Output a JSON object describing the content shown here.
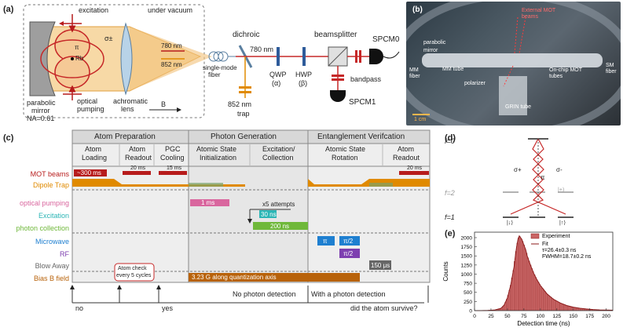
{
  "panel_a": {
    "letter": "(a)",
    "excitation": "excitation",
    "under_vacuum": "under vacuum",
    "sigma": "σ±",
    "pi": "π",
    "rb": "Rb",
    "nm780": "780 nm",
    "nm852": "852 nm",
    "optical": "optical",
    "pumping": "pumping",
    "parabolic": "parabolic",
    "mirror": "mirror",
    "na": "NA=0.61",
    "achromatic": "achromatic",
    "lens": "lens",
    "b": "B",
    "single_mode_fiber": "single-mode",
    "fiber": "fiber",
    "dichroic": "dichroic",
    "nm780b": "780 nm",
    "nm852b": "852 nm",
    "trap": "trap",
    "qwp": "QWP",
    "alpha": "(α)",
    "hwp": "HWP",
    "beta": "(β)",
    "beamsplitter": "beamsplitter",
    "spcm0": "SPCM0",
    "bandpass": "bandpass",
    "spcm1": "SPCM1"
  },
  "panel_b": {
    "letter": "(b)",
    "parabolic_mirror": "parabolic mirror",
    "external_mot": "External MOT beams",
    "mm_tube": "MM tube",
    "mm_fiber": "MM fiber",
    "polarizer": "polarizer",
    "on_chip": "On-chip MOT tubes",
    "grin": "GRIN tube",
    "sm_fiber": "SM fiber",
    "scale": "1 cm"
  },
  "panel_c": {
    "letter": "(c)",
    "phases": [
      "Atom Preparation",
      "Photon Generation",
      "Entanglement Verifcation"
    ],
    "steps": [
      [
        "Atom",
        "Loading"
      ],
      [
        "Atom",
        "Readout"
      ],
      [
        "PGC",
        "Cooling"
      ],
      [
        "Atomic State",
        "Initialization"
      ],
      [
        "Excitation/",
        "Collection"
      ],
      [
        "Atomic State",
        "Rotation"
      ],
      [
        "Atom",
        "Readout"
      ]
    ],
    "rows": [
      {
        "label": "MOT beams",
        "color": "#b71c1c"
      },
      {
        "label": "Dipole Trap",
        "color": "#e08a00"
      },
      {
        "label": "optical pumping",
        "color": "#d9669e"
      },
      {
        "label": "Excitation",
        "color": "#2bb5b5"
      },
      {
        "label": "photon collection",
        "color": "#6fb83a"
      },
      {
        "label": "Microwave",
        "color": "#1e7fd0"
      },
      {
        "label": "RF",
        "color": "#7d3fb0"
      },
      {
        "label": "Blow Away",
        "color": "#666666"
      },
      {
        "label": "Bias B field",
        "color": "#b8620a"
      }
    ],
    "mot_300": "~300 ms",
    "mot_20a": "20 ms",
    "mot_15": "15 ms",
    "mot_20b": "20 ms",
    "op_1ms": "1 ms",
    "x5": "x5 attempts",
    "exc_30": "30 ns",
    "col_200": "200 ns",
    "mw_pi": "π",
    "mw_pi2": "π/2",
    "rf_pi2": "π/2",
    "blow_150": "150 μs",
    "bias_text": "3.23 G along quantization axis",
    "atom_check": [
      "Atom check",
      "every 5 cycles"
    ],
    "no": "no",
    "yes": "yes",
    "no_photon": "No photon detection",
    "with_photon": "With a photon detection",
    "survive": "did the atom survive?"
  },
  "panel_d": {
    "letter": "(d)",
    "f0": "f=0",
    "f2": "f=2",
    "f1": "f=1",
    "sigma_plus": "σ+",
    "sigma_minus": "σ-",
    "pi": "π",
    "ket_plus": "|+⟩",
    "ket_down": "|↓⟩",
    "ket_up": "|↑⟩"
  },
  "panel_e": {
    "letter": "(e)"
  },
  "chart_data": {
    "type": "bar",
    "xlabel": "Detection time (ns)",
    "ylabel": "Counts",
    "xlim": [
      0,
      210
    ],
    "ylim": [
      0,
      2150
    ],
    "xticks": [
      "0",
      "25",
      "50",
      "75",
      "100",
      "125",
      "150",
      "175",
      "200"
    ],
    "yticks": [
      "0",
      "250",
      "500",
      "750",
      "1000",
      "1250",
      "1500",
      "1750",
      "2000"
    ],
    "legend": [
      "Experiment",
      "Fit",
      "τ=26.4±0.3 ns",
      "FWHM=18.7±0.2 ns"
    ],
    "legend_position": "top-right",
    "x": [
      0,
      10,
      20,
      30,
      40,
      45,
      50,
      55,
      60,
      62,
      64,
      66,
      68,
      70,
      72,
      74,
      76,
      78,
      80,
      85,
      90,
      95,
      100,
      110,
      120,
      130,
      140,
      150,
      160,
      170,
      180,
      190,
      200,
      210
    ],
    "values": [
      0,
      0,
      5,
      15,
      60,
      150,
      350,
      700,
      1200,
      1500,
      1750,
      1950,
      2050,
      2000,
      1950,
      1850,
      1750,
      1650,
      1500,
      1250,
      1020,
      840,
      690,
      460,
      310,
      210,
      140,
      95,
      65,
      45,
      30,
      20,
      14,
      10
    ]
  }
}
